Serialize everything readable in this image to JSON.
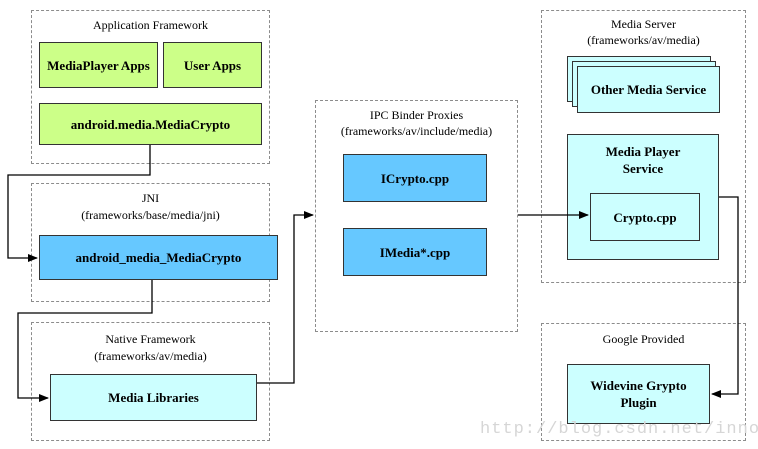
{
  "groups": {
    "app_framework": {
      "title": "Application Framework"
    },
    "jni": {
      "title": "JNI",
      "subtitle": "(frameworks/base/media/jni)"
    },
    "native_framework": {
      "title": "Native Framework",
      "subtitle": "(frameworks/av/media)"
    },
    "ipc": {
      "title": "IPC Binder Proxies",
      "subtitle": "(frameworks/av/include/media)"
    },
    "media_server": {
      "title": "Media Server",
      "subtitle": "(frameworks/av/media)"
    },
    "google": {
      "title": "Google Provided"
    }
  },
  "nodes": {
    "mediaplayer_apps": "MediaPlayer Apps",
    "user_apps": "User Apps",
    "android_media_mediacrypto": "android.media.MediaCrypto",
    "android_media_mediacrypto_jni": "android_media_MediaCrypto",
    "media_libraries": "Media Libraries",
    "icrypto": "ICrypto.cpp",
    "imedia": "IMedia*.cpp",
    "other_media_service": "Other Media Service",
    "media_player_service": "Media Player Service",
    "crypto_cpp": "Crypto.cpp",
    "widevine_plugin": "Widevine Grypto Plugin"
  },
  "watermark": "http://blog.csdn.net/innost",
  "colors": {
    "app_layer": "#ccff88",
    "jni_ipc_layer": "#66c8ff",
    "service_layer": "#ccffff",
    "group_border": "#8c8c8c"
  }
}
